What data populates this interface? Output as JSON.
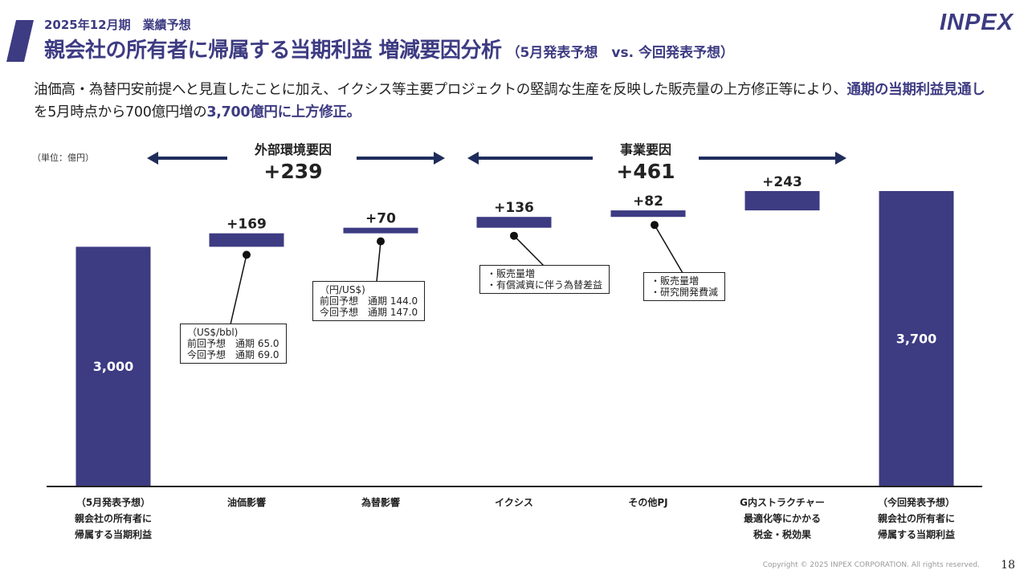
{
  "header": {
    "period": "2025年12月期　業績予想",
    "title": "親会社の所有者に帰属する当期利益 増減要因分析",
    "subtitle": "（5月発表予想　vs. 今回発表予想）",
    "logo": "INPEX"
  },
  "lead": {
    "part1": "油価高・為替円安前提へと見直したことに加え、イクシス等主要プロジェクトの堅調な生産を反映した販売量の上方修正等により、",
    "hl1": "通期の当期利益見通し",
    "part2": "を5月時点から700億円増の",
    "hl2": "3,700億円に上方修正。"
  },
  "unit": "（単位：億円）",
  "groups": {
    "external": {
      "name": "外部環境要因",
      "value": "+239"
    },
    "business": {
      "name": "事業要因",
      "value": "+461"
    }
  },
  "callouts": {
    "oil": {
      "l1": "（US$/bbl)",
      "l2": "前回予想　通期  65.0",
      "l3": "今回予想　通期  69.0"
    },
    "fx": {
      "l1": "（円/US$)",
      "l2": "前回予想　通期  144.0",
      "l3": "今回予想　通期  147.0"
    },
    "ichthys": {
      "l1": "・販売量増",
      "l2": "・有償減資に伴う為替差益"
    },
    "other": {
      "l1": "・販売量増",
      "l2": "・研究開発費減"
    }
  },
  "chart_data": {
    "type": "bar",
    "subtype": "waterfall",
    "unit": "（単位：億円）",
    "categories": [
      [
        "（5月発表予想）",
        "親会社の所有者に",
        "帰属する当期利益"
      ],
      [
        "油価影響"
      ],
      [
        "為替影響"
      ],
      [
        "イクシス"
      ],
      [
        "その他PJ"
      ],
      [
        "G内ストラクチャー",
        "最適化等にかかる",
        "税金・税効果"
      ],
      [
        "（今回発表予想）",
        "親会社の所有者に",
        "帰属する当期利益"
      ]
    ],
    "values": [
      3000,
      169,
      70,
      136,
      82,
      243,
      3700
    ],
    "kinds": [
      "total",
      "delta",
      "delta",
      "delta",
      "delta",
      "delta",
      "total"
    ],
    "labels": [
      "3,000",
      "+169",
      "+70",
      "+136",
      "+82",
      "+243",
      "3,700"
    ],
    "ylim": [
      0,
      4100
    ],
    "grid": false,
    "legend": "none",
    "colors": {
      "bar": "#3d3b82",
      "arrow": "#1f2d5c",
      "text": "#222222"
    }
  },
  "footer": {
    "copyright": "Copyright © 2025 INPEX CORPORATION. All rights reserved.",
    "page": "18"
  }
}
